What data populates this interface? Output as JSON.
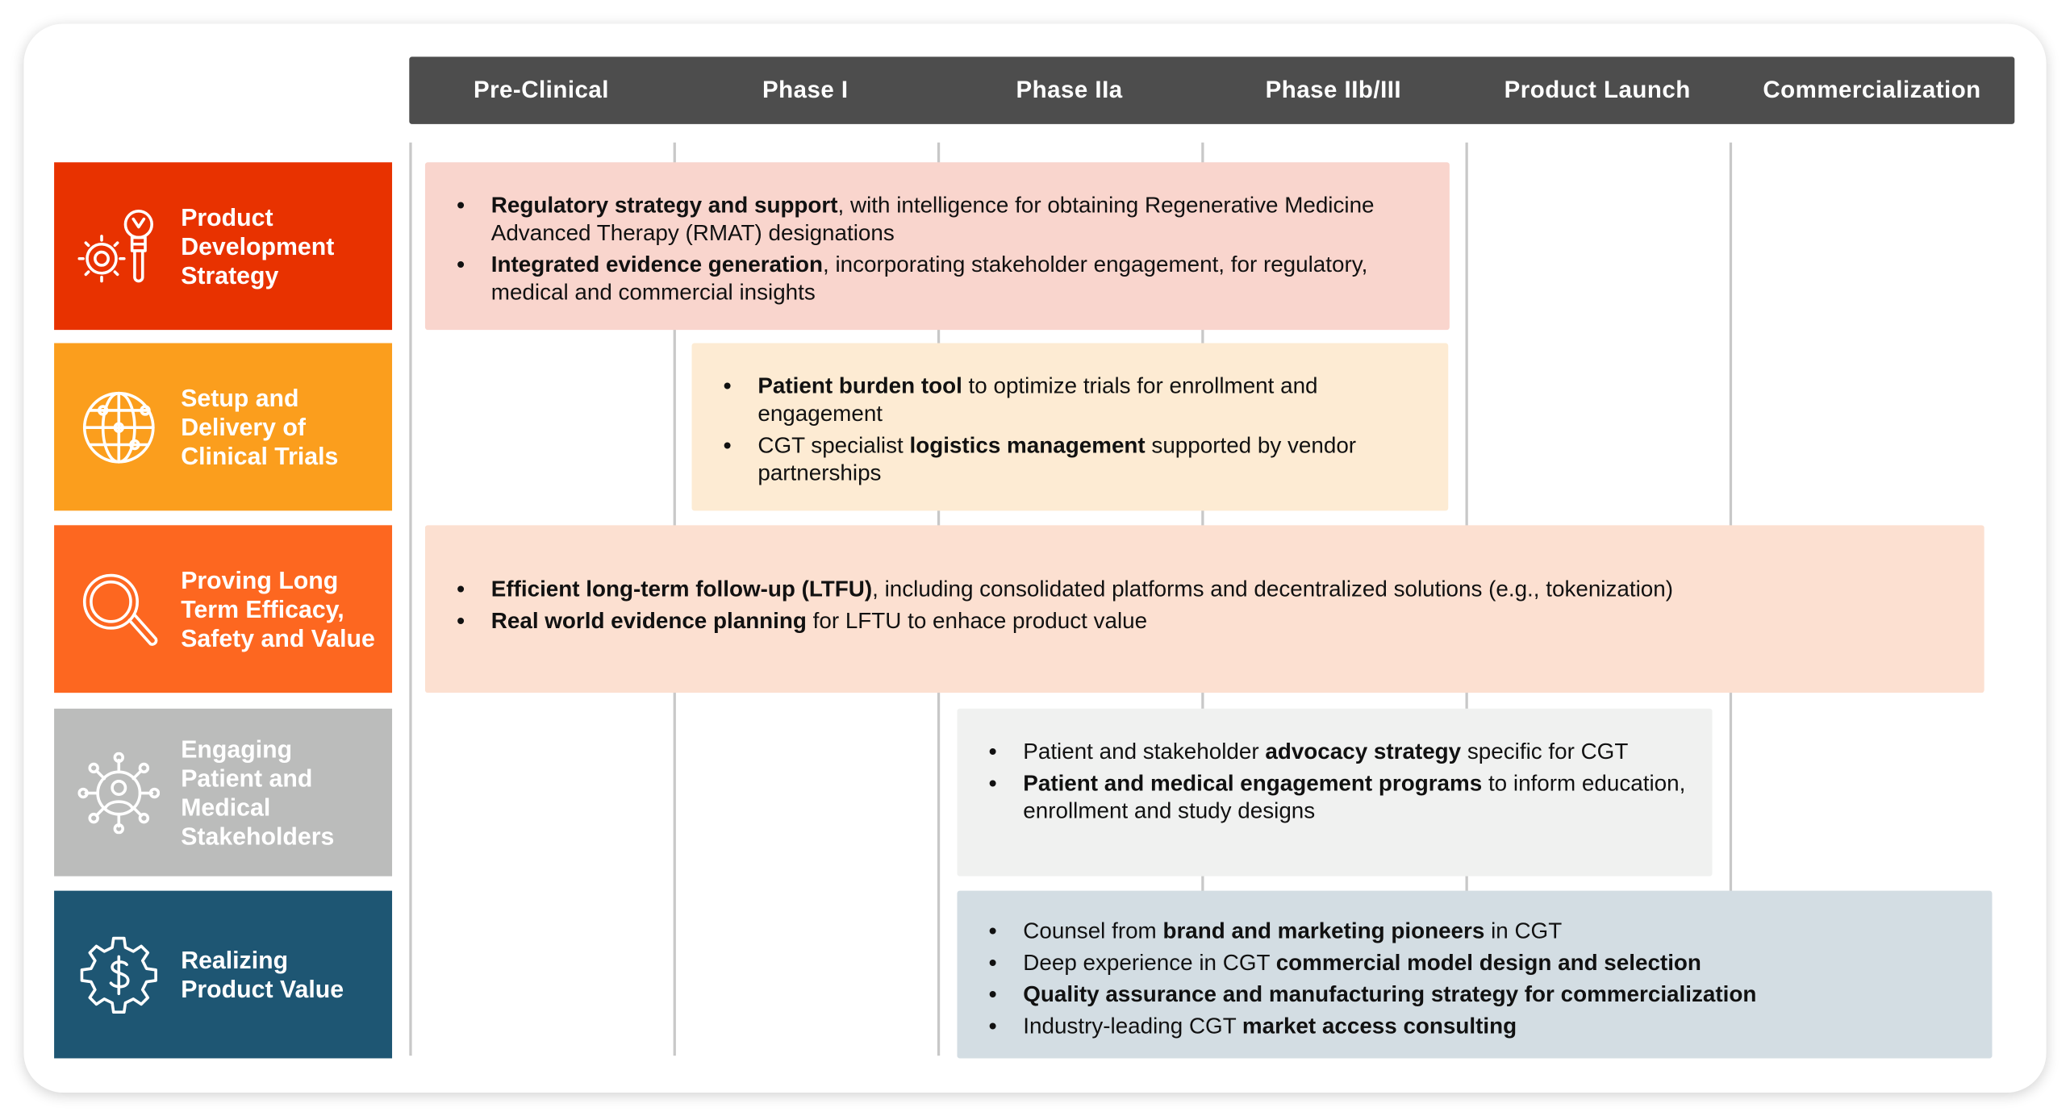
{
  "phases": [
    "Pre-Clinical",
    "Phase I",
    "Phase IIa",
    "Phase IIb/III",
    "Product Launch",
    "Commercialization"
  ],
  "rows": [
    {
      "label": "Product Development Strategy",
      "icon": "gear-lightbulb-icon",
      "color": "#e83200",
      "box_color": "#f9d5cd",
      "bullets": [
        [
          {
            "b": "Regulatory strategy and support"
          },
          {
            "t": ", with intelligence for obtaining Regenerative Medicine Advanced Therapy (RMAT) designations"
          }
        ],
        [
          {
            "b": "Integrated evidence generation"
          },
          {
            "t": ", incorporating stakeholder engagement, for regulatory, medical and commercial insights"
          }
        ]
      ]
    },
    {
      "label": "Setup and Delivery of Clinical Trials",
      "icon": "globe-network-icon",
      "color": "#fb9e1d",
      "box_color": "#fdebd3",
      "bullets": [
        [
          {
            "b": "Patient burden tool"
          },
          {
            "t": " to optimize trials for enrollment and engagement"
          }
        ],
        [
          {
            "t": "CGT specialist "
          },
          {
            "b": "logistics management"
          },
          {
            "t": " supported by vendor partnerships"
          }
        ]
      ]
    },
    {
      "label": "Proving Long Term Efficacy, Safety and Value",
      "icon": "magnifier-icon",
      "color": "#fd6720",
      "box_color": "#fce0d1",
      "bullets": [
        [
          {
            "b": "Efficient long-term follow-up (LTFU)"
          },
          {
            "t": ", including consolidated platforms and decentralized solutions (e.g., tokenization)"
          }
        ],
        [
          {
            "b": "Real world evidence planning"
          },
          {
            "t": " for LFTU to enhace product value"
          }
        ]
      ]
    },
    {
      "label": "Engaging Patient and Medical Stakeholders",
      "icon": "person-network-icon",
      "color": "#bbbcbb",
      "box_color": "#f0f1f0",
      "bullets": [
        [
          {
            "t": "Patient and stakeholder "
          },
          {
            "b": "advocacy strategy"
          },
          {
            "t": " specific for CGT"
          }
        ],
        [
          {
            "b": "Patient and medical engagement programs"
          },
          {
            "t": " to inform education, enrollment and study designs"
          }
        ]
      ]
    },
    {
      "label": "Realizing Product Value",
      "icon": "gear-dollar-icon",
      "color": "#1e5673",
      "box_color": "#d3dde3",
      "bullets": [
        [
          {
            "t": "Counsel from "
          },
          {
            "b": "brand and marketing pioneers"
          },
          {
            "t": " in CGT"
          }
        ],
        [
          {
            "t": "Deep experience in CGT "
          },
          {
            "b": "commercial model design and selection"
          }
        ],
        [
          {
            "b": "Quality assurance and manufacturing strategy for commercialization"
          }
        ],
        [
          {
            "t": "Industry-leading CGT "
          },
          {
            "b": "market access consulting"
          }
        ]
      ]
    }
  ]
}
